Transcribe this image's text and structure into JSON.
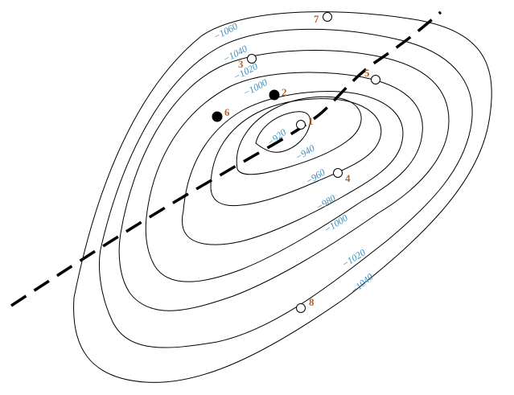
{
  "colors": {
    "contour_label": "#3a8fc4",
    "well_label": "#b2662e",
    "line": "#000000",
    "background": "#ffffff"
  },
  "contours": {
    "c920": "−920",
    "c940": "−940",
    "c960": "−960",
    "c980": "−980",
    "c1000_left": "−1000",
    "c1000_right": "−1000",
    "c1020_left": "−1020",
    "c1020_right": "−1020",
    "c1040_left": "−1040",
    "c1040_right": "−1040",
    "c1060": "−1060"
  },
  "wells": [
    {
      "label": "1",
      "status": "open"
    },
    {
      "label": "2",
      "status": "filled"
    },
    {
      "label": "3",
      "status": "open"
    },
    {
      "label": "4",
      "status": "open"
    },
    {
      "label": "5",
      "status": "open"
    },
    {
      "label": "6",
      "status": "filled"
    },
    {
      "label": "7",
      "status": "open"
    },
    {
      "label": "8",
      "status": "open"
    }
  ]
}
